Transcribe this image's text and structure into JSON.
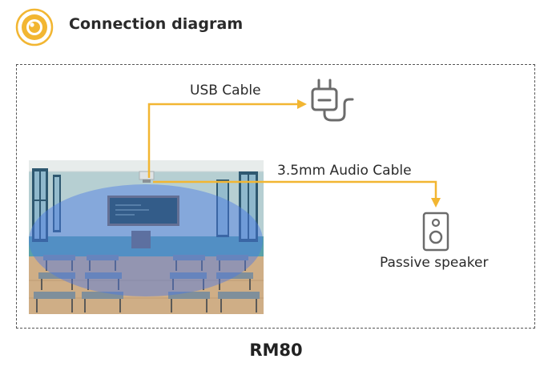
{
  "header": {
    "title": "Connection diagram",
    "icon": "camera-lens-icon",
    "accent_color": "#f2b632"
  },
  "diagram": {
    "usb_cable_label": "USB Cable",
    "audio_cable_label": "3.5mm Audio Cable",
    "speaker_label": "Passive speaker",
    "device_label": "RM80",
    "icons": [
      "power-plug-icon",
      "speaker-icon",
      "classroom-image"
    ],
    "colors": {
      "wire": "#f2b632",
      "icon_stroke": "#6b6b6b",
      "coverage_area": "#4a78e6",
      "frame_border": "#555555"
    }
  }
}
